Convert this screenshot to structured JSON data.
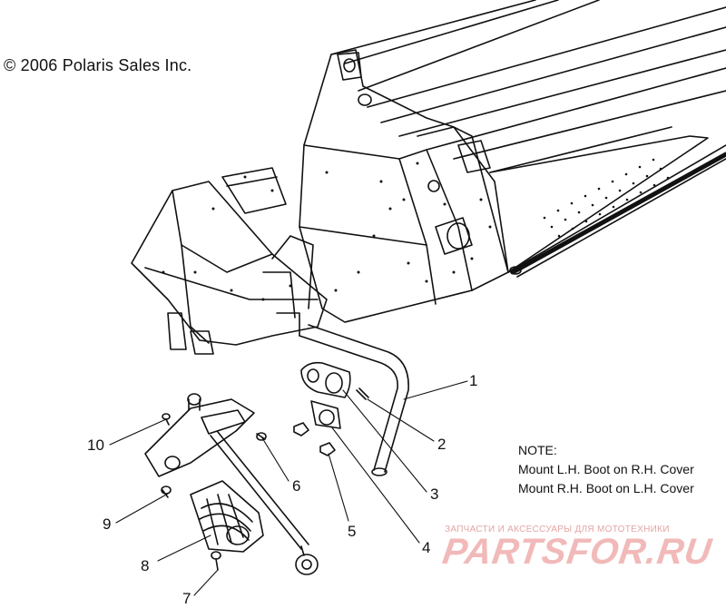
{
  "copyright": "© 2006 Polaris Sales Inc.",
  "callouts": [
    {
      "id": "1",
      "label": "1"
    },
    {
      "id": "2",
      "label": "2"
    },
    {
      "id": "3",
      "label": "3"
    },
    {
      "id": "4",
      "label": "4"
    },
    {
      "id": "5",
      "label": "5"
    },
    {
      "id": "6",
      "label": "6"
    },
    {
      "id": "7",
      "label": "7"
    },
    {
      "id": "8",
      "label": "8"
    },
    {
      "id": "9",
      "label": "9"
    },
    {
      "id": "10",
      "label": "10"
    }
  ],
  "note": {
    "heading": "NOTE:",
    "line1": "Mount L.H. Boot on R.H. Cover",
    "line2": "Mount R.H. Boot on L.H. Cover"
  },
  "watermark": {
    "tagline": "ЗАПЧАСТИ И АКСЕССУАРЫ ДЛЯ МОТОТЕХНИКИ",
    "logo": "PARTSFOR.RU",
    "color": "#f2b9b9"
  }
}
